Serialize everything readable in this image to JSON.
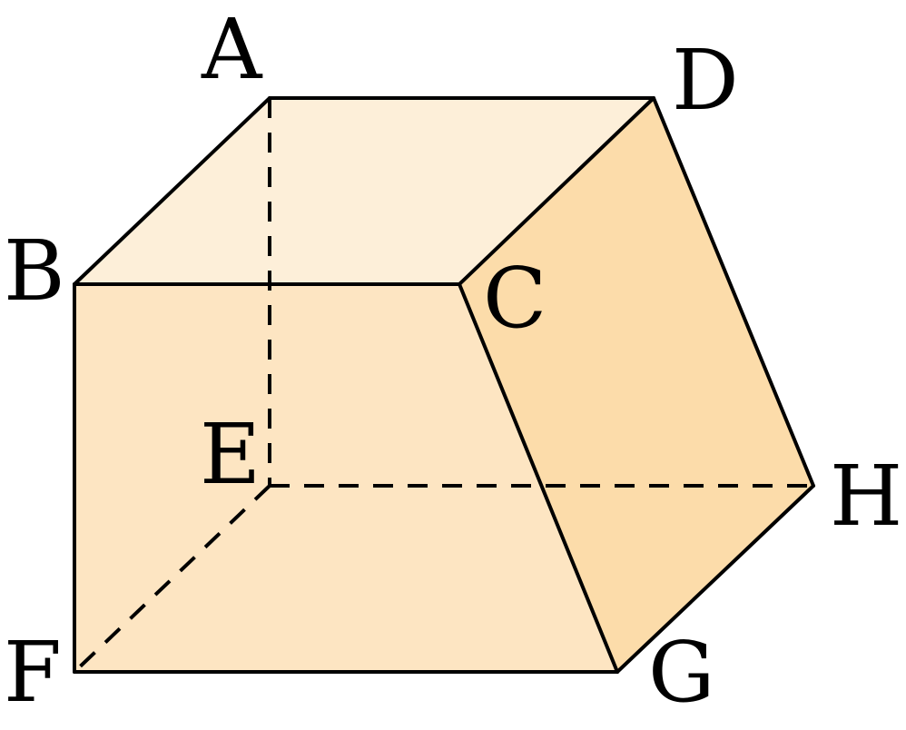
{
  "diagram": {
    "vertices": {
      "A": "A",
      "B": "B",
      "C": "C",
      "D": "D",
      "E": "E",
      "F": "F",
      "G": "G",
      "H": "H"
    },
    "colors": {
      "top_face": "#FDEFD9",
      "front_face": "#FDE5C2",
      "side_face": "#FCDCAA",
      "edge": "#000000"
    }
  }
}
